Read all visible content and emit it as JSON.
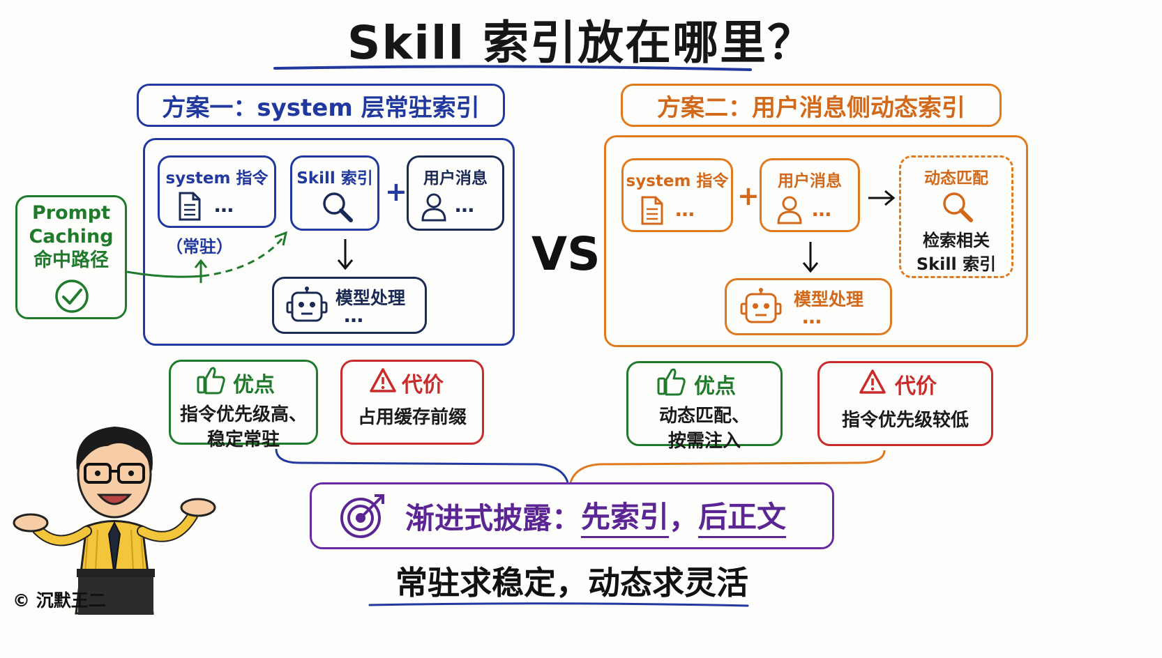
{
  "title": "Skill 索引放在哪里？",
  "vs": "VS",
  "scheme1": {
    "heading": "方案一：system 层常驻索引",
    "card_system": "system 指令",
    "card_skill": "Skill 索引",
    "card_user": "用户消息",
    "resident_note": "（常驻）",
    "model": "模型处理",
    "dots": "…",
    "model_dots": "…",
    "plus": "+",
    "pros_title": "优点",
    "pros_body_1": "指令优先级高、",
    "pros_body_2": "稳定常驻",
    "cost_title": "代价",
    "cost_body": "占用缓存前缀"
  },
  "prompt_caching": {
    "line1": "Prompt",
    "line2": "Caching",
    "line3": "命中路径"
  },
  "scheme2": {
    "heading": "方案二：用户消息侧动态索引",
    "card_system": "system 指令",
    "card_user": "用户消息",
    "card_match": "动态匹配",
    "match_body_1": "检索相关",
    "match_body_2": "Skill 索引",
    "model": "模型处理",
    "dots": "…",
    "model_dots": "…",
    "plus": "+",
    "pros_title": "优点",
    "pros_body_1": "动态匹配、",
    "pros_body_2": "按需注入",
    "cost_title": "代价",
    "cost_body": "指令优先级较低"
  },
  "banner": {
    "prefix": "渐进式披露：",
    "part1": "先索引",
    "sep": "，",
    "part2": "后正文"
  },
  "subtitle": "常驻求稳定，动态求灵活",
  "copyright": "© 沉默王二",
  "colors": {
    "blue": "#21399e",
    "orange": "#e07a1f",
    "green": "#1f7a2c",
    "red": "#c92a2a",
    "purple": "#6a2aa8"
  },
  "icons": [
    "document-icon",
    "magnifier-icon",
    "user-icon",
    "robot-icon",
    "check-icon",
    "thumbs-up-icon",
    "warning-icon",
    "target-icon",
    "arrow-right-icon",
    "arrow-down-icon"
  ]
}
